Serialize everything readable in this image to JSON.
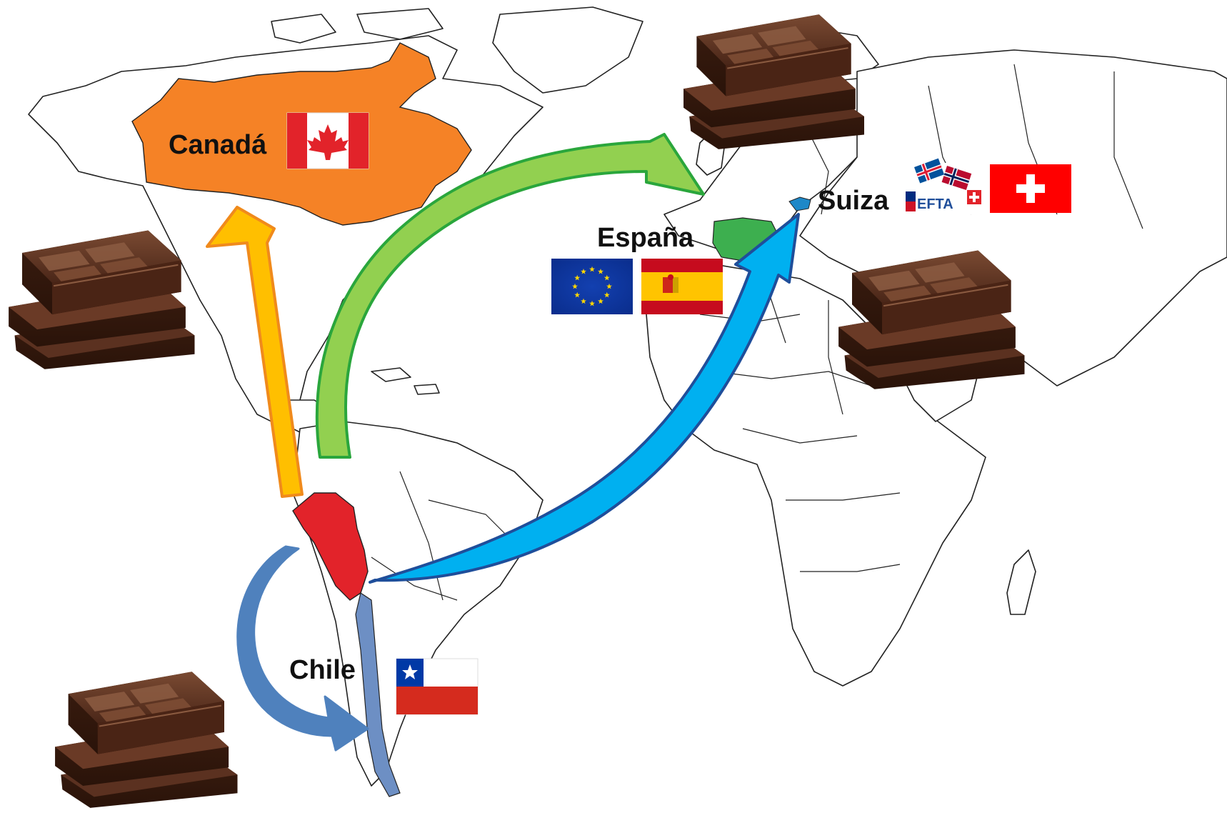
{
  "countries": {
    "canada": {
      "label": "Canadá",
      "fill": "#f58226"
    },
    "espana": {
      "label": "España",
      "fill": "#3daf4f"
    },
    "suiza": {
      "label": "Suiza",
      "fill": "#1e88c8"
    },
    "chile": {
      "label": "Chile",
      "fill": "#6d8fc4"
    },
    "peru": {
      "fill": "#e2232a"
    }
  },
  "flags": {
    "efta_text": "EFTA"
  },
  "arrow_colors": {
    "to_canada": "#ffbf00",
    "to_canada_border": "#f08a1c",
    "to_espana": "#92d050",
    "to_espana_border": "#2aa63c",
    "to_suiza": "#00b0f0",
    "to_suiza_border": "#1f4e9a",
    "to_chile": "#4f81bd"
  },
  "icons": [
    "chocolate-bar-icon",
    "canada-flag-icon",
    "eu-flag-icon",
    "spain-flag-icon",
    "efta-flag-icon",
    "switzerland-flag-icon",
    "chile-flag-icon"
  ]
}
